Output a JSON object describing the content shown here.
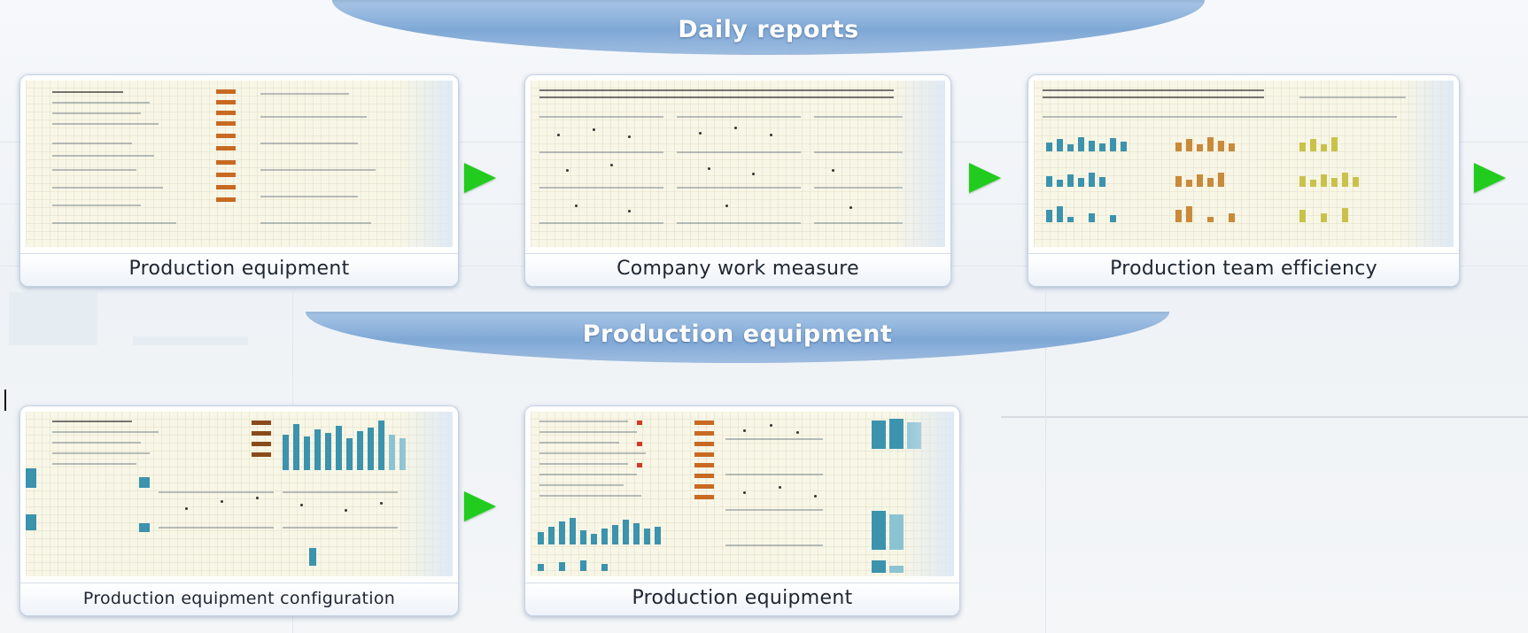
{
  "banners": {
    "top": "Daily reports",
    "middle": "Production equipment"
  },
  "cards": [
    {
      "label": "Production equipment"
    },
    {
      "label": "Company work measure"
    },
    {
      "label": "Production team efficiency"
    },
    {
      "label": "Production equipment configuration"
    },
    {
      "label": "Production equipment"
    }
  ],
  "colors": {
    "arrow": "#22cc1f",
    "banner": "#8fb3dc",
    "card_border": "#c3d2e4"
  },
  "icons": [
    "arrow-right-icon"
  ]
}
